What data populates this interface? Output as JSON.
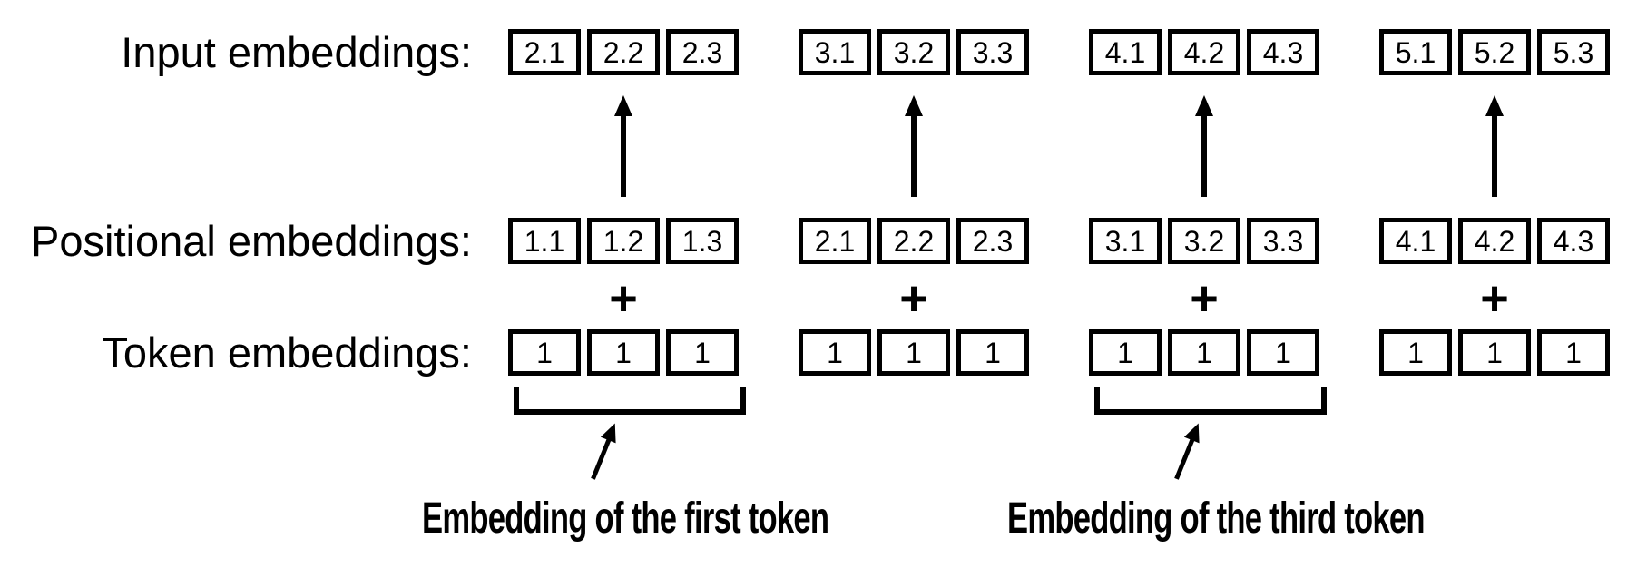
{
  "diagram": {
    "title_note": "",
    "operator": "+",
    "rows": [
      {
        "label": "Input embeddings:",
        "groups": [
          [
            "2.1",
            "2.2",
            "2.3"
          ],
          [
            "3.1",
            "3.2",
            "3.3"
          ],
          [
            "4.1",
            "4.2",
            "4.3"
          ],
          [
            "5.1",
            "5.2",
            "5.3"
          ]
        ]
      },
      {
        "label": "Positional embeddings:",
        "groups": [
          [
            "1.1",
            "1.2",
            "1.3"
          ],
          [
            "2.1",
            "2.2",
            "2.3"
          ],
          [
            "3.1",
            "3.2",
            "3.3"
          ],
          [
            "4.1",
            "4.2",
            "4.3"
          ]
        ]
      },
      {
        "label": "Token embeddings:",
        "groups": [
          [
            "1",
            "1",
            "1"
          ],
          [
            "1",
            "1",
            "1"
          ],
          [
            "1",
            "1",
            "1"
          ],
          [
            "1",
            "1",
            "1"
          ]
        ]
      }
    ],
    "captions": [
      "Embedding of the first token",
      "Embedding of the third token"
    ],
    "icons": {
      "flow_arrow": "arrow-up",
      "annotation_arrow": "arrow-up-right-diagonal"
    },
    "colors": {
      "foreground": "#000000",
      "background": "#ffffff"
    }
  }
}
